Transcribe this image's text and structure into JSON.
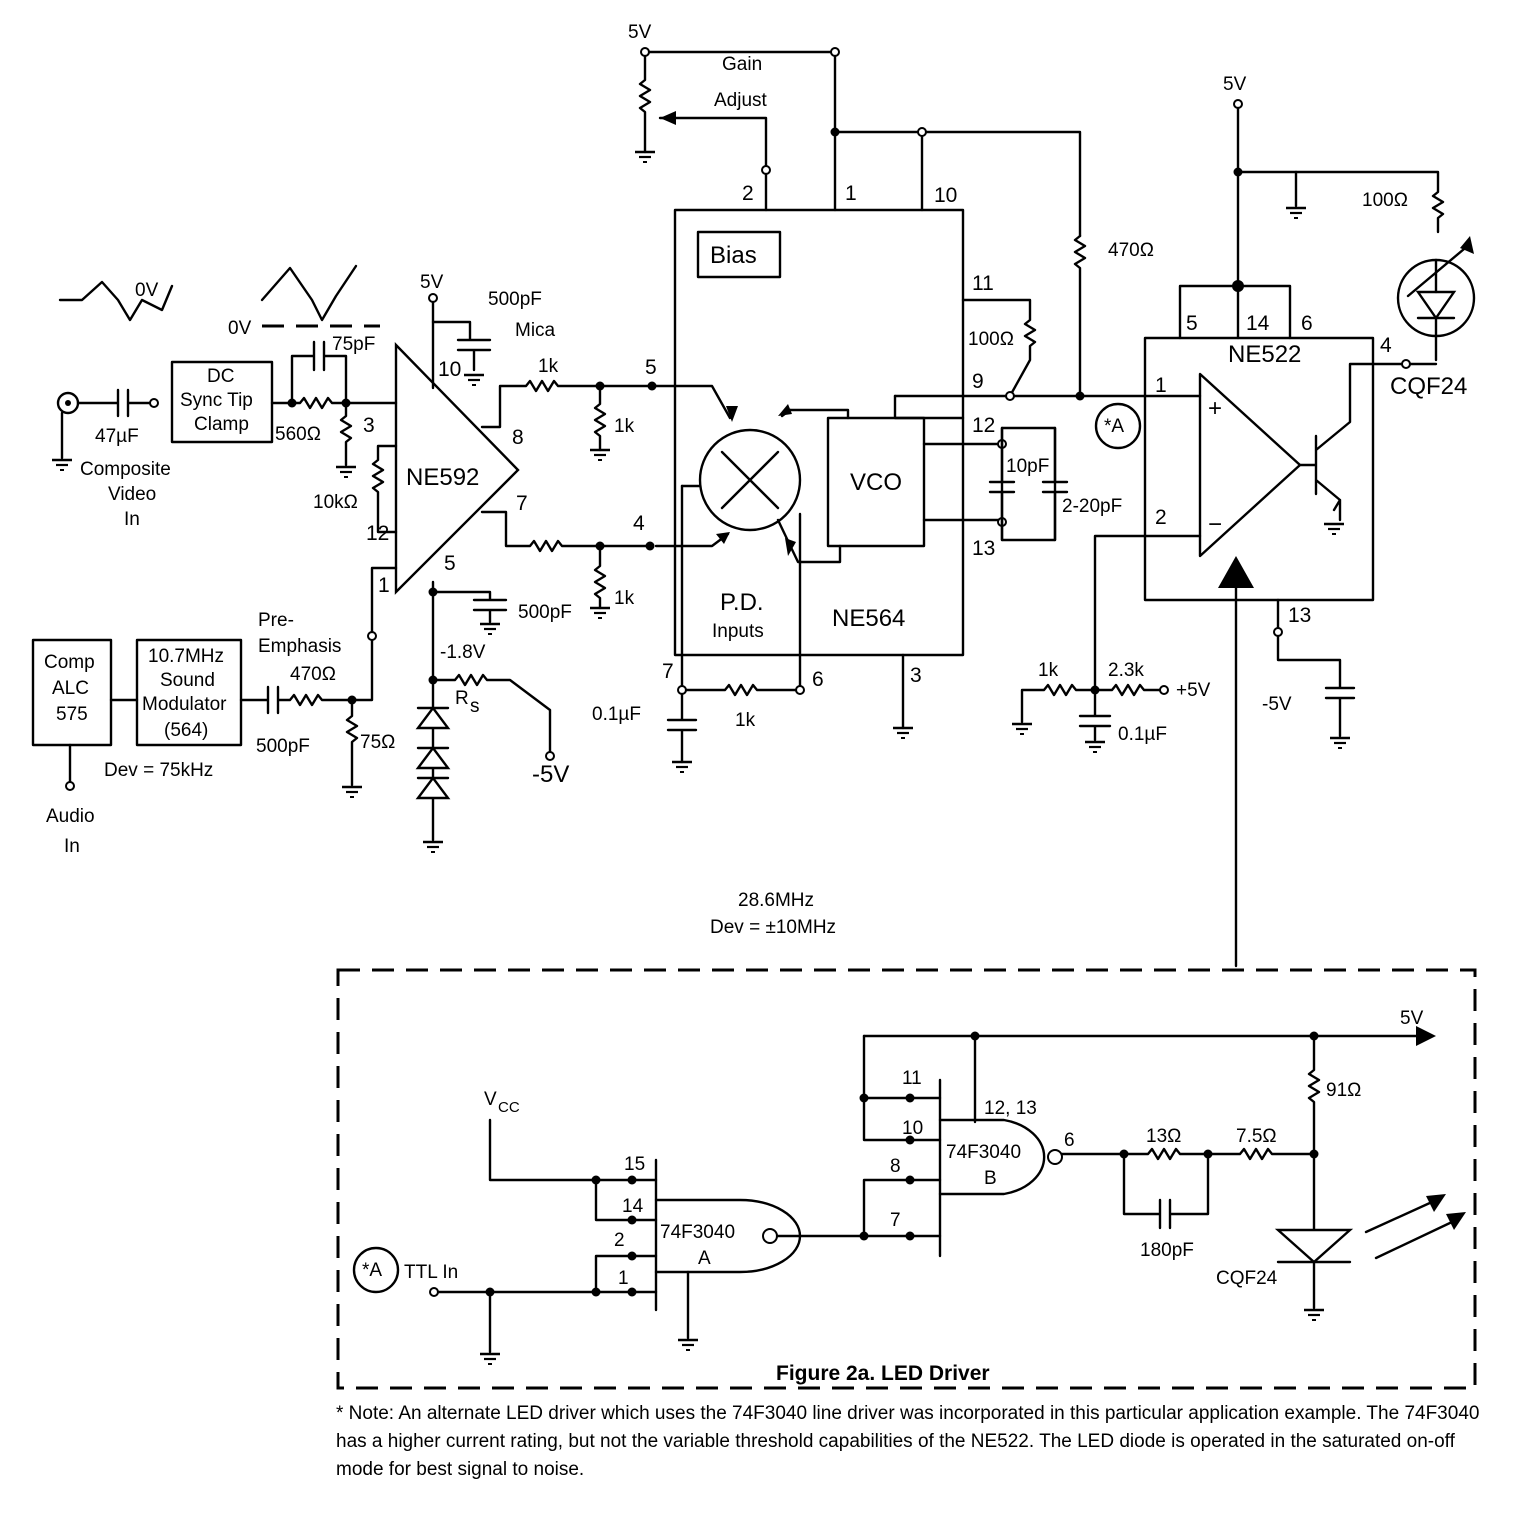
{
  "labels": {
    "v5_top": "5V",
    "gain": "Gain",
    "adjust": "Adjust",
    "pin2": "2",
    "pin1": "1",
    "pin10": "10",
    "bias": "Bias",
    "r470": "470Ω",
    "v5_right": "5V",
    "r100_led": "100Ω",
    "pin11": "11",
    "r100": "100Ω",
    "pin9": "9",
    "pin12": "12",
    "pin13": "13",
    "c10p": "10pF",
    "c2_20": "2-20pF",
    "vco": "VCO",
    "pd": "P.D.",
    "inputs": "Inputs",
    "ne564": "NE564",
    "pin5": "5",
    "pin4": "4",
    "pin7": "7",
    "pin6": "6",
    "pin3": "3",
    "c01": "0.1µF",
    "r1k_bot": "1k",
    "r1k_a": "1k",
    "r1k_b": "1k",
    "r1k_c": "1k",
    "r1k_d": "1k",
    "ne522": "NE522",
    "p5": "5",
    "p14": "14",
    "p6": "6",
    "p4": "4",
    "p1": "1",
    "p2": "2",
    "p13": "13",
    "plus": "+",
    "minus": "−",
    "cqf24": "CQF24",
    "star_a": "*A",
    "r1k_ref": "1k",
    "r2_3k": "2.3k",
    "plus5v": "+5V",
    "minus5v": "-5V",
    "c01_b": "0.1µF",
    "ne592": "NE592",
    "v5_592": "5V",
    "c500_mica": "500pF",
    "mica": "Mica",
    "p10": "10",
    "p3": "3",
    "p8": "8",
    "p7": "7",
    "p12": "12",
    "p1b": "1",
    "p5b": "5",
    "c500": "500pF",
    "r10k": "10kΩ",
    "v1_8": "-1.8V",
    "rs": "R",
    "rs_sub": "s",
    "m5v": "-5V",
    "c75p": "75pF",
    "r560": "560Ω",
    "dc1": "DC",
    "dc2": "Sync Tip",
    "dc3": "Clamp",
    "c47": "47µF",
    "cv1": "Composite",
    "cv2": "Video",
    "cv3": "In",
    "zero_v1": "0V",
    "zero_v2": "0V",
    "comp1": "Comp",
    "comp2": "ALC",
    "comp3": "575",
    "snd1": "10.7MHz",
    "snd2": "Sound",
    "snd3": "Modulator",
    "snd4": "(564)",
    "pre1": "Pre-",
    "pre2": "Emphasis",
    "r470b": "470Ω",
    "c500b": "500pF",
    "r75": "75Ω",
    "dev75": "Dev = 75kHz",
    "audio1": "Audio",
    "audio2": "In",
    "freq1": "28.6MHz",
    "freq2": "Dev = ±10MHz"
  },
  "led_driver": {
    "title": "Figure 2a.  LED Driver",
    "vcc": "V",
    "vcc_sub": "CC",
    "ttl_in": "TTL In",
    "star_a": "*A",
    "gate_a1": "74F3040",
    "gate_a2": "A",
    "gate_b1": "74F3040",
    "gate_b2": "B",
    "pins_a": [
      "15",
      "14",
      "2",
      "1"
    ],
    "pins_b": [
      "11",
      "10",
      "8",
      "7"
    ],
    "pin_12_13": "12, 13",
    "pin_6": "6",
    "r13": "13Ω",
    "r7_5": "7.5Ω",
    "c180": "180pF",
    "r91": "91Ω",
    "v5": "5V",
    "cqf24": "CQF24"
  },
  "note": {
    "text": "* Note: An alternate LED driver which uses the 74F3040 line driver was incorporated in this particular application example. The 74F3040 has a higher current rating,  but not the variable threshold capabilities of the NE522. The LED diode is operated in the saturated on-off mode for best signal to noise."
  }
}
